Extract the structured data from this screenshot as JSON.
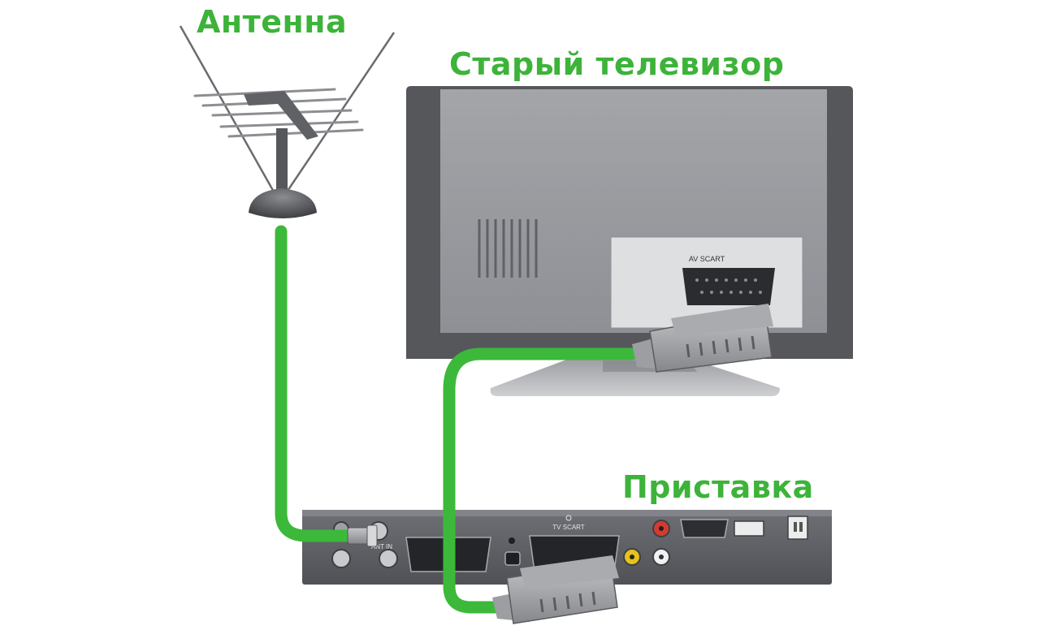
{
  "labels": {
    "antenna": "Антенна",
    "old_tv": "Старый телевизор",
    "set_top_box": "Приставка"
  },
  "panel_labels": {
    "tv_port": "AV SCART",
    "box_scart": "TV SCART",
    "box_ant_in": "ANT IN"
  },
  "colors": {
    "label": "#3db33a",
    "cable": "#3cb93a",
    "cable_dark": "#2a8f2a"
  }
}
